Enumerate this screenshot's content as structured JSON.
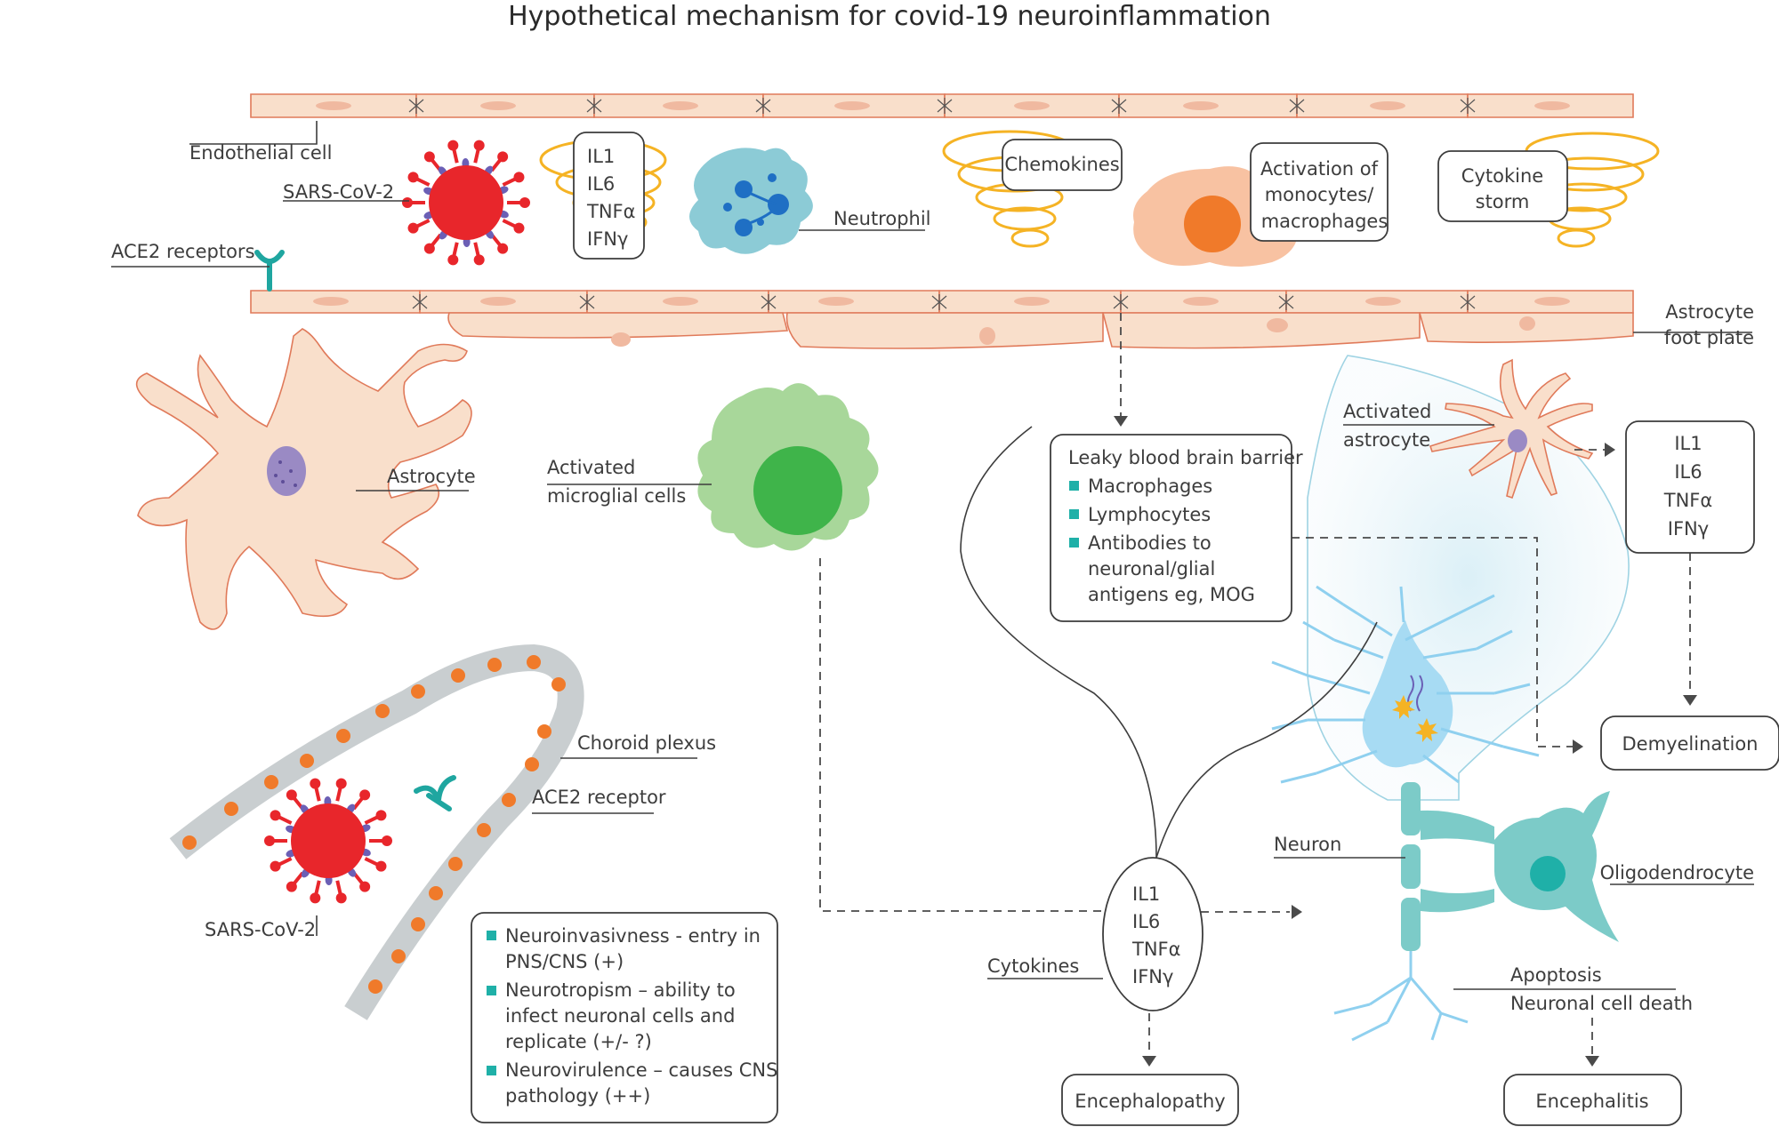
{
  "title": "Hypothetical mechanism for covid-19 neuroinflammation",
  "colors": {
    "endothelium_fill": "#f9dfcb",
    "endothelium_stroke": "#e07a5a",
    "virus_red": "#e8262b",
    "virus_spike_purple": "#6b5fb5",
    "ace2_teal": "#1fa6a0",
    "cytokine_yellow": "#f5b324",
    "neutrophil": "#8ccbd6",
    "microglia": "#a8d79a",
    "microglia_nucleus": "#3fb44a",
    "macrophage": "#f8c2a2",
    "macrophage_nucleus": "#f07a2a",
    "neuron_blue": "#a7dbf3",
    "oligodendrocyte": "#7ccbc8",
    "plexus_grey": "#c9ced0",
    "plexus_dot": "#f07a2a",
    "bullet_teal": "#1fb0a8"
  },
  "icons": [
    "virus-icon",
    "ace2-receptor-icon",
    "cytokine-coil-icon",
    "neutrophil-icon",
    "macrophage-icon",
    "astrocyte-icon",
    "microglia-icon",
    "neuron-icon",
    "oligodendrocyte-icon",
    "choroid-plexus-icon"
  ],
  "labels": {
    "endothelial_cell": "Endothelial cell",
    "sars_cov_2_top": "SARS-CoV-2",
    "ace2_receptors": "ACE2 receptors",
    "neutrophil": "Neutrophil",
    "chemokines": "Chemokines",
    "activation_line1": "Activation of",
    "activation_line2": "monocytes/",
    "activation_line3": "macrophages",
    "cytokine_storm_line1": "Cytokine",
    "cytokine_storm_line2": "storm",
    "astrocyte_foot_line1": "Astrocyte",
    "astrocyte_foot_line2": "foot plate",
    "astrocyte": "Astrocyte",
    "activated_microglia_line1": "Activated",
    "activated_microglia_line2": "microglial cells",
    "activated_astrocyte_line1": "Activated",
    "activated_astrocyte_line2": "astrocyte",
    "choroid_plexus": "Choroid plexus",
    "ace2_receptor": "ACE2 receptor",
    "sars_cov_2_bottom": "SARS-CoV-2",
    "neuron": "Neuron",
    "oligodendrocyte": "Oligodendrocyte",
    "cytokines": "Cytokines",
    "apoptosis": "Apoptosis",
    "neuronal_cell_death": "Neuronal cell death"
  },
  "cytokine_list_top": [
    "IL1",
    "IL6",
    "TNFα",
    "IFNγ"
  ],
  "cytokine_list_right": [
    "IL1",
    "IL6",
    "TNFα",
    "IFNγ"
  ],
  "cytokine_list_oval": [
    "IL1",
    "IL6",
    "TNFα",
    "IFNγ"
  ],
  "leaky_bbb": {
    "title": "Leaky blood brain barrier",
    "items": [
      "Macrophages",
      "Lymphocytes",
      "Antibodies to"
    ],
    "continuation": [
      "neuronal/glial",
      "antigens eg, MOG"
    ]
  },
  "neuro_box": {
    "lines": [
      {
        "bullet": true,
        "text": "Neuroinvasivness - entry in"
      },
      {
        "bullet": false,
        "text": "PNS/CNS (+)"
      },
      {
        "bullet": true,
        "text": "Neurotropism – ability to"
      },
      {
        "bullet": false,
        "text": "infect neuronal cells and"
      },
      {
        "bullet": false,
        "text": "replicate (+/- ?)"
      },
      {
        "bullet": true,
        "text": "Neurovirulence – causes CNS"
      },
      {
        "bullet": false,
        "text": "pathology (++)"
      }
    ]
  },
  "outcomes": {
    "demyelination": "Demyelination",
    "encephalopathy": "Encephalopathy",
    "encephalitis": "Encephalitis"
  }
}
